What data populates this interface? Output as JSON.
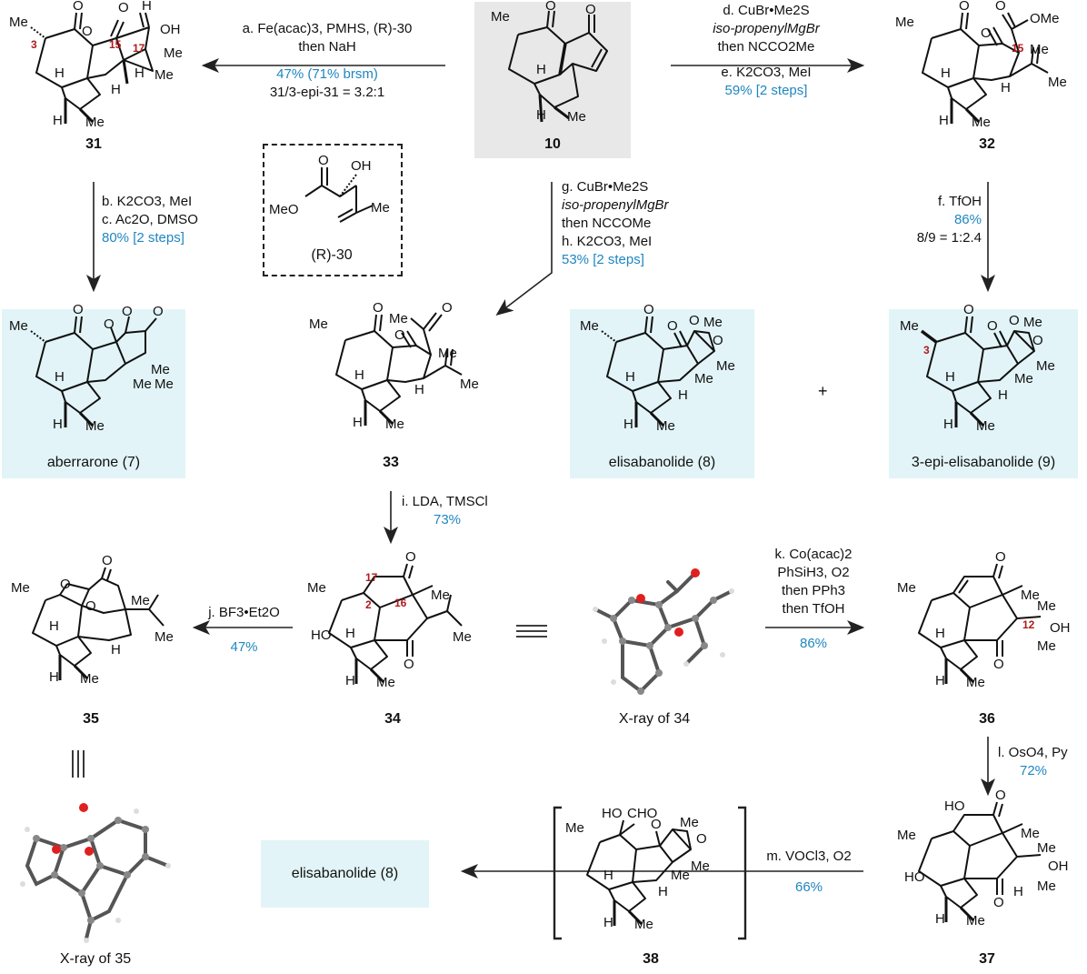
{
  "colors": {
    "highlight_cyan": "#e2f4f7",
    "highlight_gray": "#e8e8e8",
    "yield_blue": "#1f86c0",
    "label_red": "#b11a1a"
  },
  "compounds": {
    "c10": "10",
    "c31": "31",
    "c32": "32",
    "c33": "33",
    "c34": "34",
    "c35": "35",
    "c36": "36",
    "c37": "37",
    "c38": "38",
    "r30": "(R)-30"
  },
  "targets": {
    "aberrarone": "aberrarone (7)",
    "elisabanolide": "elisabanolide (8)",
    "epi_elisabanolide": "3-epi-elisabanolide (9)",
    "elisabanolide_final": "elisabanolide (8)"
  },
  "xray": {
    "x34": "X-ray of 34",
    "x35": "X-ray of 35"
  },
  "steps": {
    "a": {
      "line1": "a. Fe(acac)3, PMHS, (R)-30",
      "line2": "then NaH",
      "yield": "47% (71% brsm)",
      "ratio": "31/3-epi-31 = 3.2:1"
    },
    "b": {
      "line1": "b. K2CO3, MeI",
      "line2": "c. Ac2O, DMSO",
      "yield": "80% [2 steps]"
    },
    "d": {
      "line1": "d. CuBr•Me2S",
      "line2": "iso-propenylMgBr",
      "line3": "then NCCO2Me",
      "line4": "e. K2CO3, MeI",
      "yield": "59% [2 steps]"
    },
    "f": {
      "line1": "f. TfOH",
      "yield": "86%",
      "ratio": "8/9 = 1:2.4"
    },
    "g": {
      "line1": "g. CuBr•Me2S",
      "line2": "iso-propenylMgBr",
      "line3": "then NCCOMe",
      "line4": "h. K2CO3, MeI",
      "yield": "53% [2 steps]"
    },
    "i": {
      "line1": "i. LDA, TMSCl",
      "yield": "73%"
    },
    "j": {
      "line1": "j. BF3•Et2O",
      "yield": "47%"
    },
    "k": {
      "line1": "k. Co(acac)2",
      "line2": "PhSiH3, O2",
      "line3": "then PPh3",
      "line4": "then TfOH",
      "yield": "86%"
    },
    "l": {
      "line1": "l. OsO4, Py",
      "yield": "72%"
    },
    "m": {
      "line1": "m. VOCl3, O2",
      "yield": "66%"
    }
  },
  "atom_labels": {
    "me": "Me",
    "h": "H",
    "oh": "OH",
    "ome": "OMe",
    "ho": "HO",
    "meo": "MeO",
    "o": "O",
    "cho": "CHO",
    "n3": "3",
    "n15": "15",
    "n17": "17",
    "n2": "2",
    "n16": "16",
    "n12": "12"
  },
  "plus": "+",
  "equiv": "≡"
}
